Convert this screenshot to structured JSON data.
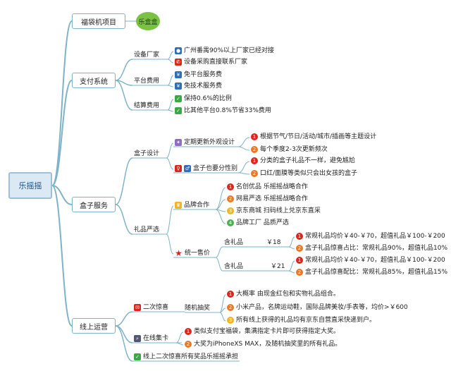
{
  "root": "乐摇摇",
  "branch1": {
    "label": "福袋机项目",
    "bubble": "乐盒盒"
  },
  "branch2": {
    "label": "支付系统",
    "equip": {
      "label": "设备厂家",
      "items": [
        "广州番禺90%以上厂家已经对接",
        "设备采购直接联系厂家"
      ]
    },
    "fee": {
      "label": "平台费用",
      "items": [
        "免平台服务费",
        "免技术服务费"
      ]
    },
    "settle": {
      "label": "结算费用",
      "items": [
        "保持0.6%的比例",
        "比其他平台0.8%节省33%费用"
      ]
    }
  },
  "branch3": {
    "label": "盒子服务",
    "design": {
      "label": "盒子设计",
      "periodic": {
        "label": "定期更新外观设计",
        "items": [
          "根据节气/节日/活动/城市/插画等主题设计",
          "每个季度2-3次更新频次"
        ]
      },
      "gender": {
        "label": "盒子也要分性别",
        "items": [
          "分类的盒子礼品不一样，避免尴尬",
          "口红/面膜等类似只会出女孩的盒子"
        ]
      }
    },
    "gifts": {
      "label": "礼品严选",
      "brand": {
        "label": "品牌合作",
        "items": [
          "名创优品  乐摇摇战略合作",
          "网易严选  乐摇摇战略合作",
          "京东商城  扫码线上兑京东直采",
          "品牌工厂  品质严选"
        ]
      },
      "price": {
        "label": "统一售价",
        "p18": {
          "label": "含礼品",
          "price": "￥18",
          "items": [
            "常规礼品均价￥40-￥70，超值礼品￥100-￥200",
            "盒子礼品惊喜占比：常规礼品90%，超值礼品10%"
          ]
        },
        "p21": {
          "label": "含礼品",
          "price": "￥21",
          "items": [
            "常规礼品均价￥40-￥70，超值礼品￥100-￥200",
            "盒子礼品惊喜配比：常规礼品85%，超值礼品15%"
          ]
        }
      }
    }
  },
  "branch4": {
    "label": "线上运营",
    "surprise": {
      "label": "二次惊喜",
      "draw": {
        "label": "随机抽奖",
        "items": [
          "大概率  由现金红包和实物礼品组合。",
          "小米产品，名牌运动鞋，国际品牌美妆/手表等，均价>￥600",
          "所有线上获得的礼品均有京东自营直采快递到户。"
        ]
      }
    },
    "collect": {
      "label": "在线集卡",
      "items": [
        "类似支付宝福袋，集满指定卡片即可获得指定大奖。",
        "大奖为iPhoneXS MAX，及随机抽奖里的所有礼品。"
      ]
    },
    "bottom": "线上二次惊喜所有奖品乐摇摇承担"
  },
  "colors": {
    "line": "#7fb3c8",
    "root_fill": "#dbe9f4",
    "bubble": "#7cc242"
  }
}
